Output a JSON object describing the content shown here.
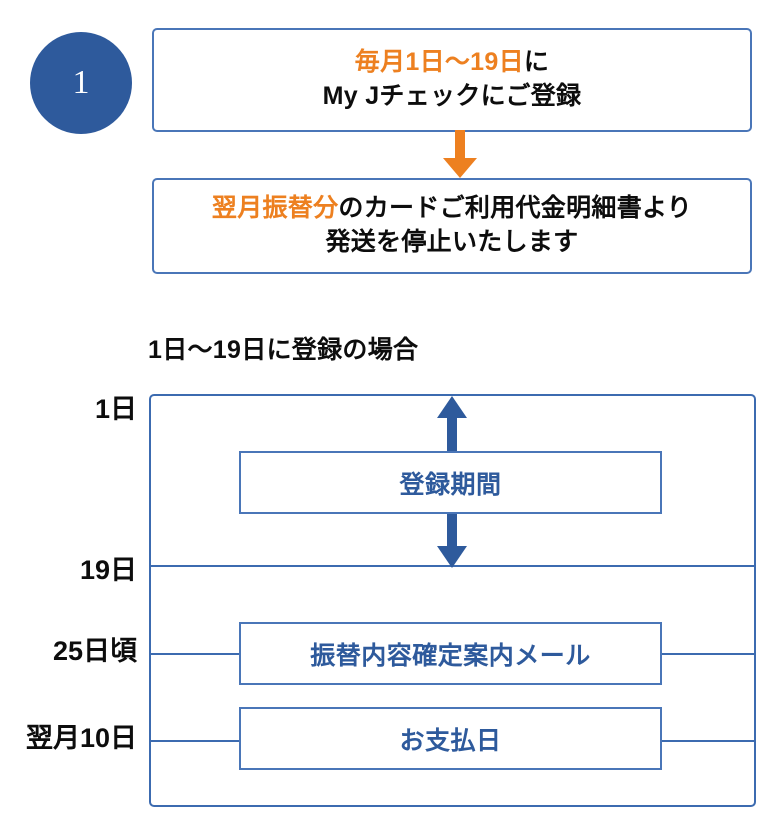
{
  "step": {
    "number": "1"
  },
  "flow": {
    "box1": {
      "line1_highlight": "毎月1日〜19日",
      "line1_rest": "に",
      "line2": "My Jチェックにご登録"
    },
    "arrow_icon": "down-arrow-icon",
    "box2": {
      "line1_highlight": "翌月振替分",
      "line1_rest": "のカードご利用代金明細書より",
      "line2": "発送を停止いたします"
    }
  },
  "timeline": {
    "heading": "1日〜19日に登録の場合",
    "axis_labels": [
      {
        "key": "day1",
        "text": "1日"
      },
      {
        "key": "day19",
        "text": "19日"
      },
      {
        "key": "day25",
        "text": "25日頃"
      },
      {
        "key": "day10",
        "text": "翌月10日"
      }
    ],
    "range_arrow_icon": "double-headed-vertical-arrow-icon",
    "boxes": [
      {
        "key": "registration_period",
        "text": "登録期間"
      },
      {
        "key": "confirmation_mail",
        "text": "振替内容確定案内メール"
      },
      {
        "key": "payment_day",
        "text": "お支払日"
      }
    ]
  },
  "colors": {
    "accent_blue": "#2e5a9c",
    "border_blue": "#4a76b8",
    "rule_blue": "#3c6bb0",
    "highlight_orange": "#ed8020",
    "text_black": "#0d0d0d",
    "background": "#ffffff"
  }
}
